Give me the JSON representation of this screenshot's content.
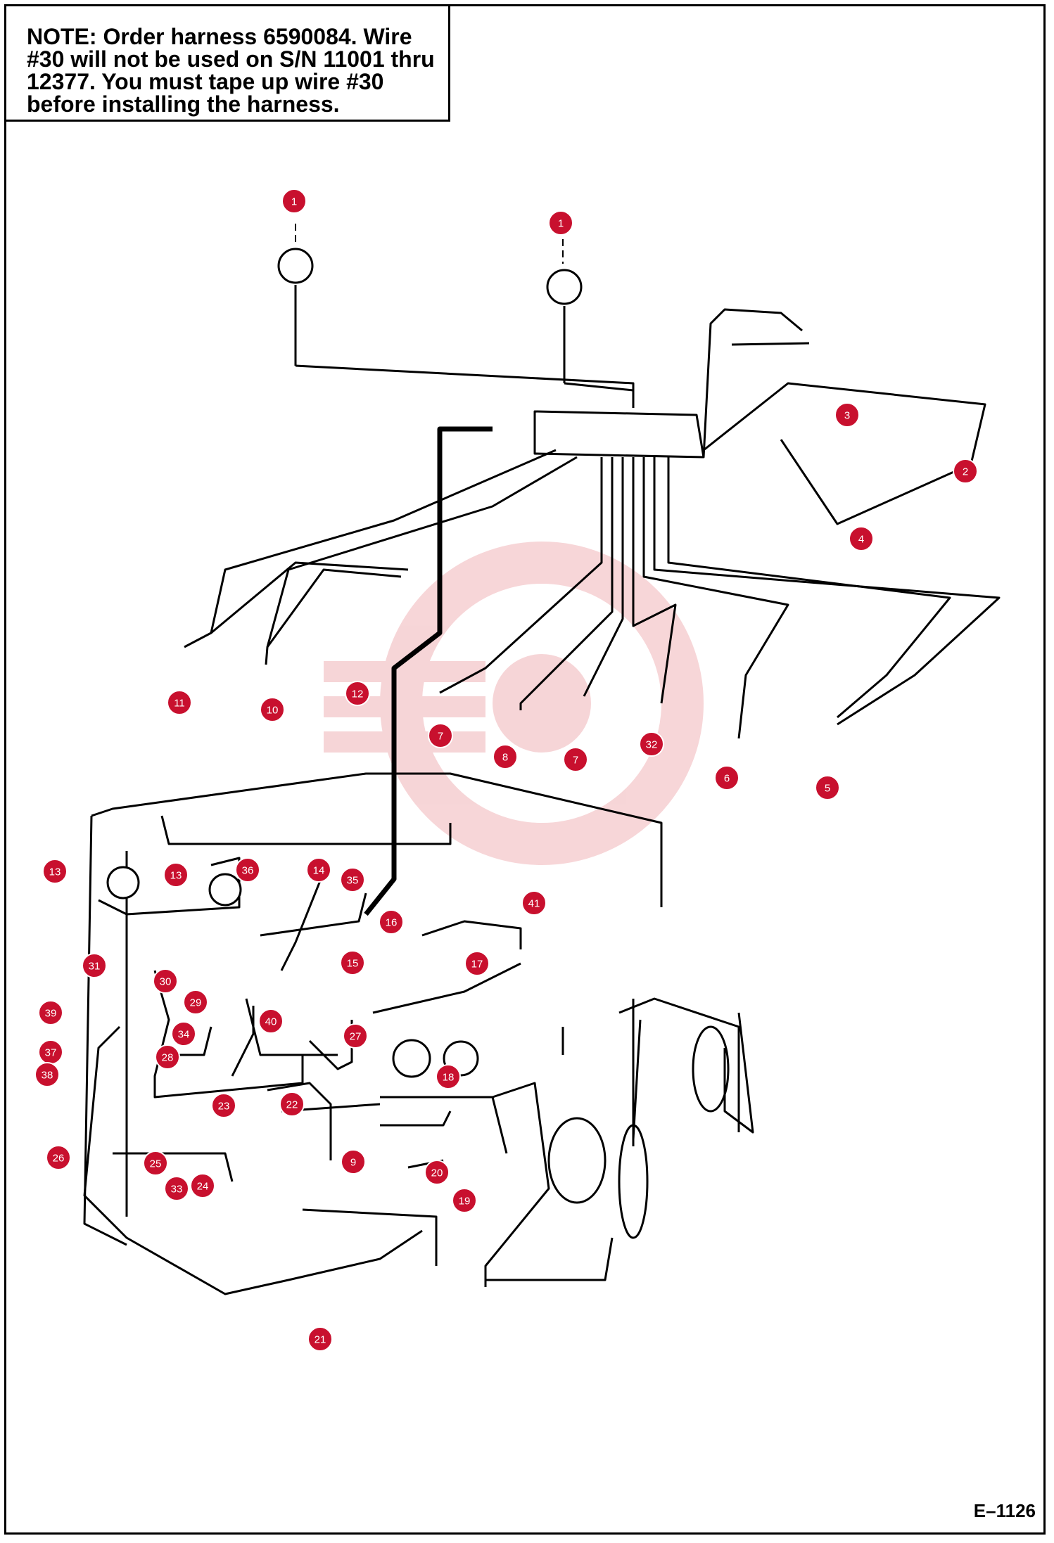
{
  "note": {
    "text": "NOTE:  Order harness 6590084. Wire\n#30 will not be used on S/N 11001 thru\n12377.  You must tape up wire #30\nbefore installing the harness."
  },
  "figure_id": "E–1126",
  "callouts": [
    {
      "label": "1"
    },
    {
      "label": "1"
    },
    {
      "label": "3"
    },
    {
      "label": "2"
    },
    {
      "label": "4"
    },
    {
      "label": "11"
    },
    {
      "label": "10"
    },
    {
      "label": "12"
    },
    {
      "label": "7"
    },
    {
      "label": "8"
    },
    {
      "label": "7"
    },
    {
      "label": "32"
    },
    {
      "label": "6"
    },
    {
      "label": "5"
    },
    {
      "label": "13"
    },
    {
      "label": "13"
    },
    {
      "label": "36"
    },
    {
      "label": "14"
    },
    {
      "label": "35"
    },
    {
      "label": "16"
    },
    {
      "label": "41"
    },
    {
      "label": "15"
    },
    {
      "label": "17"
    },
    {
      "label": "31"
    },
    {
      "label": "30"
    },
    {
      "label": "29"
    },
    {
      "label": "39"
    },
    {
      "label": "40"
    },
    {
      "label": "34"
    },
    {
      "label": "27"
    },
    {
      "label": "37"
    },
    {
      "label": "28"
    },
    {
      "label": "18"
    },
    {
      "label": "38"
    },
    {
      "label": "23"
    },
    {
      "label": "22"
    },
    {
      "label": "26"
    },
    {
      "label": "25"
    },
    {
      "label": "9"
    },
    {
      "label": "20"
    },
    {
      "label": "33"
    },
    {
      "label": "24"
    },
    {
      "label": "19"
    },
    {
      "label": "21"
    }
  ],
  "colors": {
    "callout": "#c8102e",
    "line": "#000000",
    "watermark": "#f3c6c9"
  }
}
